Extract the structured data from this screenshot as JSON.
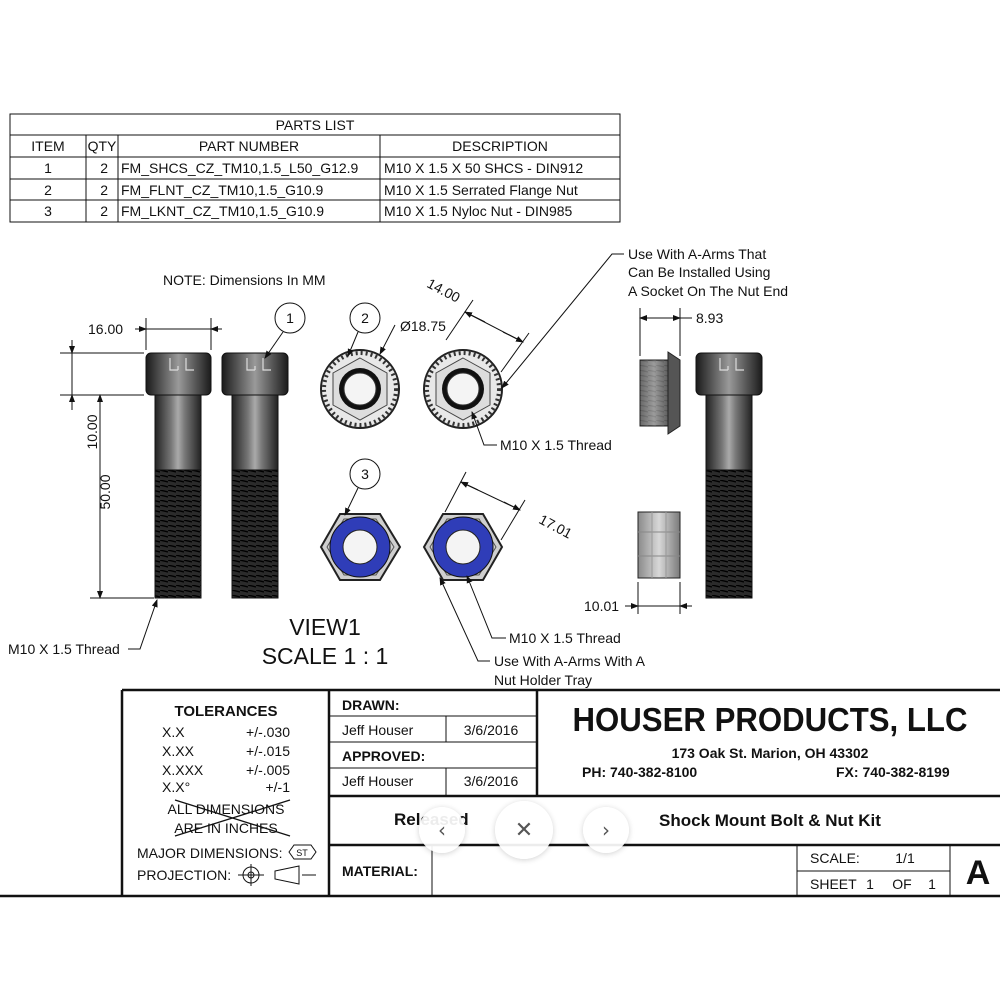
{
  "parts_list": {
    "title": "PARTS LIST",
    "headers": [
      "ITEM",
      "QTY",
      "PART NUMBER",
      "DESCRIPTION"
    ],
    "rows": [
      [
        "1",
        "2",
        "FM_SHCS_CZ_TM10,1.5_L50_G12.9",
        "M10 X 1.5 X 50 SHCS - DIN912"
      ],
      [
        "2",
        "2",
        "FM_FLNT_CZ_TM10,1.5_G10.9",
        "M10 X 1.5 Serrated Flange Nut"
      ],
      [
        "3",
        "2",
        "FM_LKNT_CZ_TM10,1.5_G10.9",
        "M10 X 1.5 Nyloc Nut - DIN985"
      ]
    ]
  },
  "drawing": {
    "note": "NOTE: Dimensions In MM",
    "balloons": [
      "1",
      "2",
      "3"
    ],
    "dims": {
      "head_width": "16.00",
      "head_height": "10.00",
      "length": "50.00",
      "flange_dia": "Ø18.75",
      "nut_flats_flange": "14.00",
      "flange_height": "8.93",
      "nyloc_flats": "17.01",
      "nyloc_height": "10.01"
    },
    "callouts": {
      "thread_left": "M10 X 1.5 Thread",
      "thread_flange": "M10 X 1.5 Thread",
      "thread_nyloc": "M10 X 1.5 Thread",
      "aarms_socket": [
        "Use With A-Arms That",
        "Can Be Installed Using",
        "A Socket On The Nut End"
      ],
      "aarms_holder": [
        "Use With A-Arms With A",
        "Nut Holder Tray"
      ]
    },
    "view_label": "VIEW1",
    "scale_label": "SCALE 1 : 1"
  },
  "title_block": {
    "tolerances_title": "TOLERANCES",
    "tolerances": [
      {
        "label": "X.X",
        "value": "+/-.030"
      },
      {
        "label": "X.XX",
        "value": "+/-.015"
      },
      {
        "label": "X.XXX",
        "value": "+/-.005"
      },
      {
        "label": "X.X°",
        "value": "+/-1"
      }
    ],
    "units_line1": "ALL DIMENSIONS",
    "units_line2": "ARE IN INCHES",
    "major_dims_label": "MAJOR DIMENSIONS:",
    "major_dims_value": "ST",
    "projection_label": "PROJECTION:",
    "drawn_label": "DRAWN:",
    "drawn_by": "Jeff Houser",
    "drawn_date": "3/6/2016",
    "approved_label": "APPROVED:",
    "approved_by": "Jeff Houser",
    "approved_date": "3/6/2016",
    "released_text": "Released",
    "material_label": "MATERIAL:",
    "company_name": "HOUSER PRODUCTS, LLC",
    "address": "173 Oak St.  Marion, OH  43302",
    "phone": "PH:  740-382-8100",
    "fax": "FX:  740-382-8199",
    "drawing_title": "Shock Mount Bolt & Nut Kit",
    "scale_label": "SCALE:",
    "scale_value": "1/1",
    "sheet_label": "SHEET",
    "sheet_num": "1",
    "sheet_of": "OF",
    "sheet_total": "1",
    "size": "A"
  },
  "viewer_nav": {
    "prev_glyph": "‹",
    "close_glyph": "✕",
    "next_glyph": "›"
  }
}
